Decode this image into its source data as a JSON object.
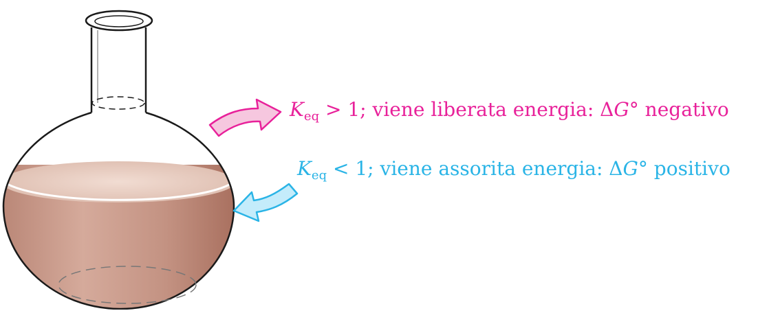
{
  "colors": {
    "positive": "#e8219a",
    "negative": "#2ab4e6",
    "liquid_top": "#e8c8bc",
    "liquid_body": "#c99a88",
    "outline": "#1a1a1a"
  },
  "labels": {
    "release": {
      "k": "K",
      "sub": "eq",
      "relation": " > 1; viene liberata energia: Δ",
      "g": "G",
      "tail": "° negativo"
    },
    "absorb": {
      "k": "K",
      "sub": "eq",
      "relation": " < 1; viene assorita energia: Δ",
      "g": "G",
      "tail": "° positivo"
    }
  }
}
